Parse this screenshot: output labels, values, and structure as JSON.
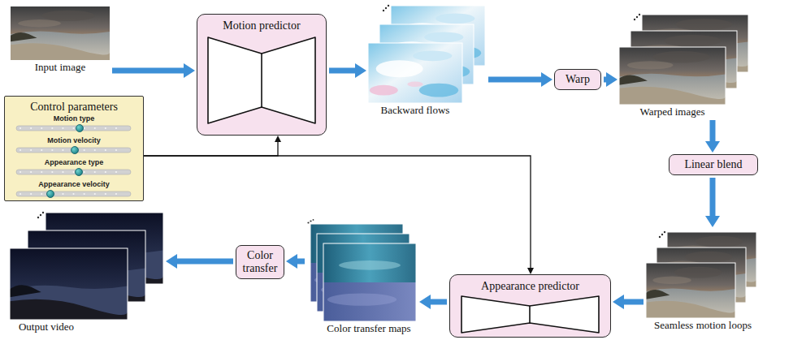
{
  "diagram": {
    "nodes": [
      {
        "text": [
          "Input image"
        ]
      },
      {
        "text": [
          "Control parameters",
          "Motion type",
          "Motion velocity",
          "Appearance type",
          "Appearance velocity"
        ]
      },
      {
        "text": [
          "Motion predictor"
        ]
      },
      {
        "text": [
          "Backward flows"
        ]
      },
      {
        "text": [
          "Warp"
        ]
      },
      {
        "text": [
          "Warped images"
        ]
      },
      {
        "text": [
          "Linear blend"
        ]
      },
      {
        "text": [
          "Seamless motion loops"
        ]
      },
      {
        "text": [
          "Appearance predictor"
        ]
      },
      {
        "text": [
          "Color transfer maps"
        ]
      },
      {
        "text": [
          "Color transfer"
        ]
      },
      {
        "text": [
          "Output video"
        ]
      }
    ],
    "edges": [
      {
        "from": 0,
        "to": 2,
        "arrow": "to"
      },
      {
        "from": 1,
        "to": 2,
        "arrow": "to"
      },
      {
        "from": 1,
        "to": 8,
        "arrow": "to"
      },
      {
        "from": 2,
        "to": 3,
        "arrow": "to"
      },
      {
        "from": 3,
        "to": 4,
        "arrow": "to"
      },
      {
        "from": 4,
        "to": 5,
        "arrow": "to"
      },
      {
        "from": 5,
        "to": 6,
        "arrow": "to"
      },
      {
        "from": 6,
        "to": 7,
        "arrow": "to"
      },
      {
        "from": 7,
        "to": 8,
        "arrow": "to"
      },
      {
        "from": 8,
        "to": 9,
        "arrow": "to"
      },
      {
        "from": 9,
        "to": 10,
        "arrow": "to"
      },
      {
        "from": 10,
        "to": 11,
        "arrow": "to"
      }
    ]
  }
}
